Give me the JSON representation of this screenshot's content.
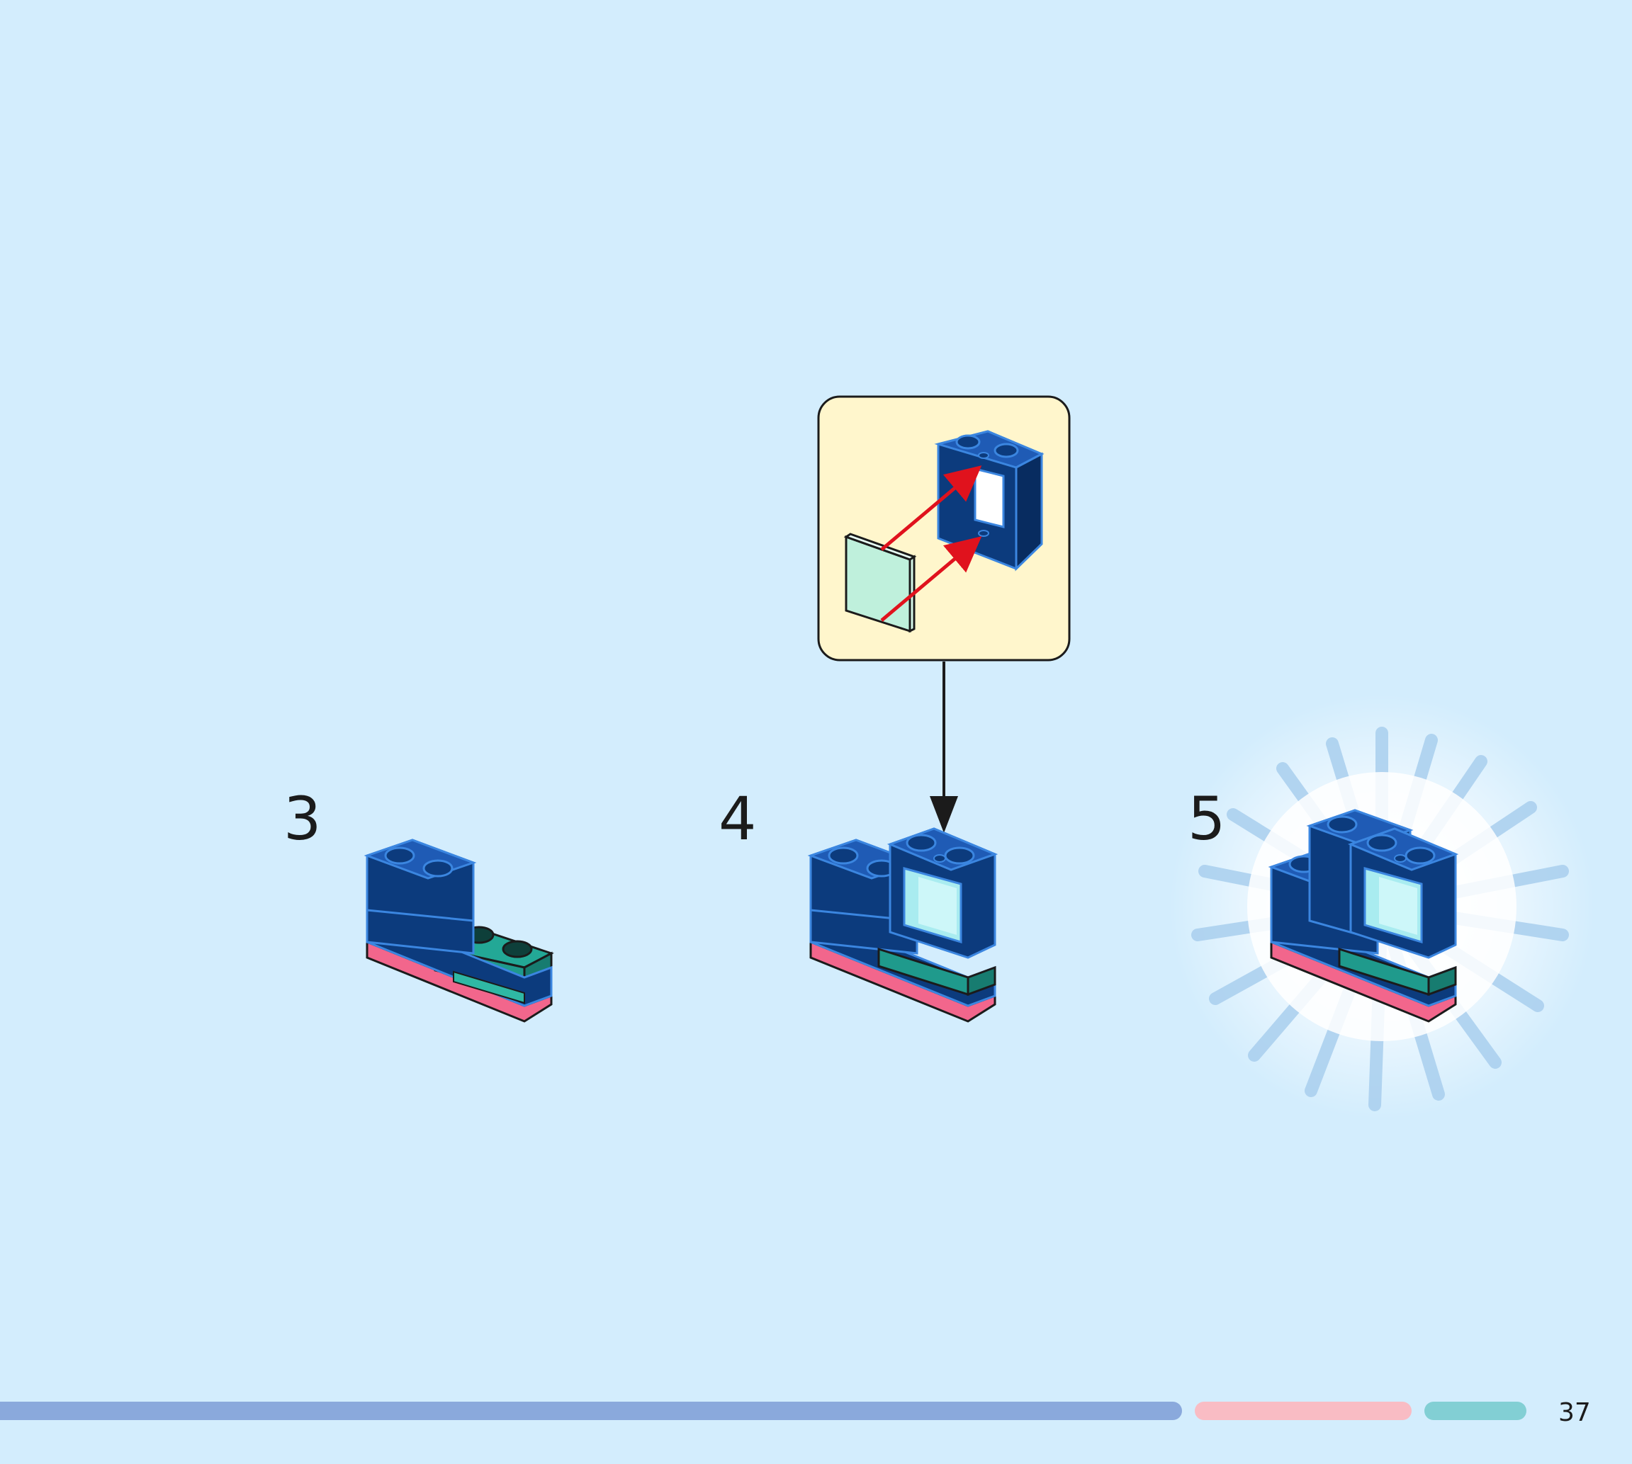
{
  "steps": [
    {
      "number": "3"
    },
    {
      "number": "4"
    },
    {
      "number": "5"
    }
  ],
  "page_number": "37",
  "colors": {
    "background": "#d3edfd",
    "callout_bg": "#fff6cc",
    "brick_blue": "#0c3b7d",
    "brick_edge": "#3b86e0",
    "plate_pink": "#f2668c",
    "plate_teal": "#1f9a8c",
    "glass": "#a9ecf0",
    "arrow_red": "#e0121d",
    "progress_blue": "#8aa9dc",
    "progress_pink": "#f9bcc4",
    "progress_teal": "#82cfd4"
  },
  "icons": [
    "window-frame-icon",
    "window-glass-icon",
    "insert-arrow-icon",
    "sparkle-burst-icon"
  ]
}
